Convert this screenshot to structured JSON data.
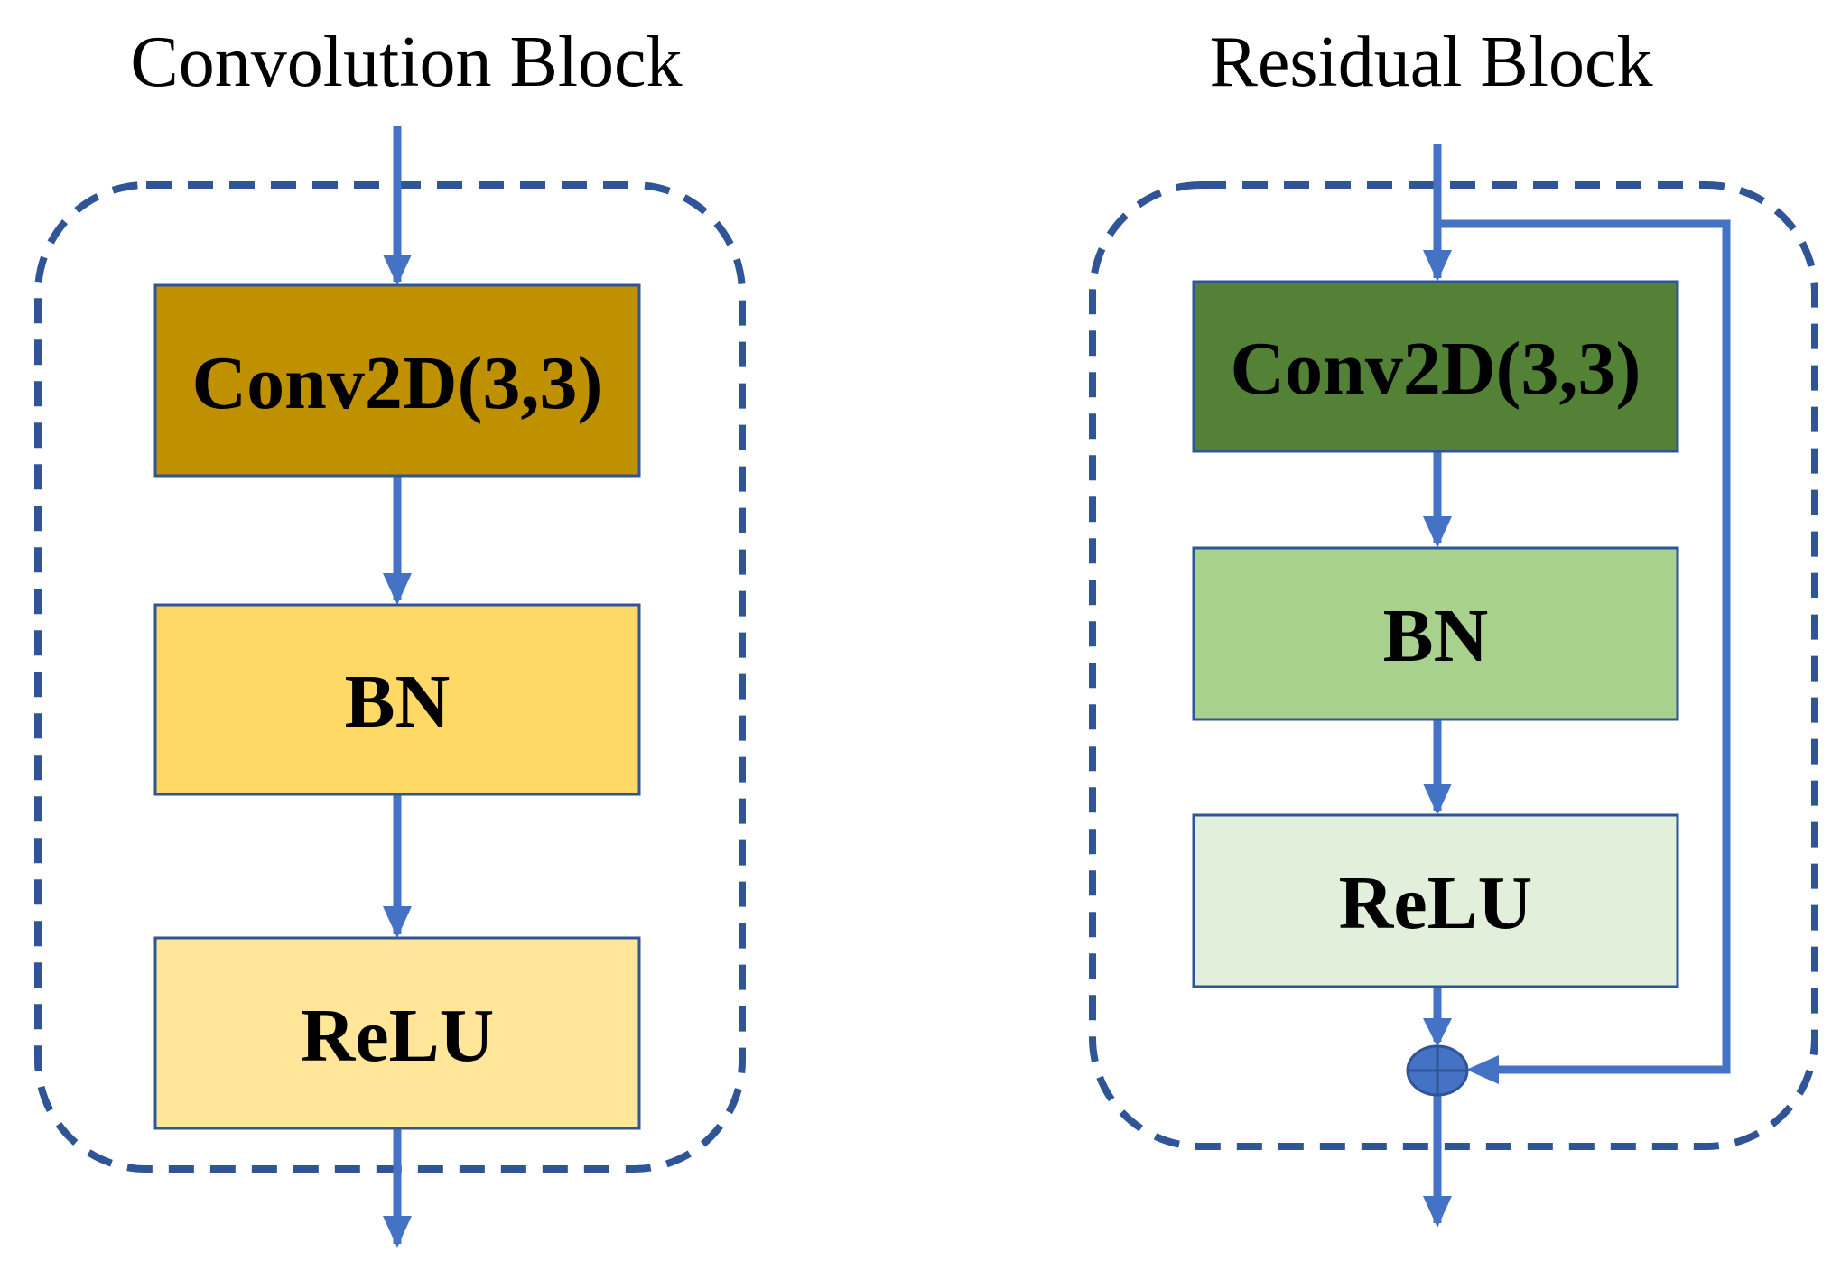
{
  "colors": {
    "line": "#4472C4",
    "dashed_border": "#2F5597",
    "box_border": "#2F5597",
    "conv_block_conv": "#BF9000",
    "conv_block_bn": "#FFD966",
    "conv_block_relu": "#FFE699",
    "res_block_conv": "#538135",
    "res_block_bn": "#A9D18E",
    "res_block_relu": "#E2EFDA",
    "add_node": "#4472C4"
  },
  "convolution_block": {
    "title": "Convolution Block",
    "layers": [
      "Conv2D(3,3)",
      "BN",
      "ReLU"
    ]
  },
  "residual_block": {
    "title": "Residual Block",
    "layers": [
      "Conv2D(3,3)",
      "BN",
      "ReLU"
    ],
    "add_node_icon": "plus-circle-icon"
  }
}
